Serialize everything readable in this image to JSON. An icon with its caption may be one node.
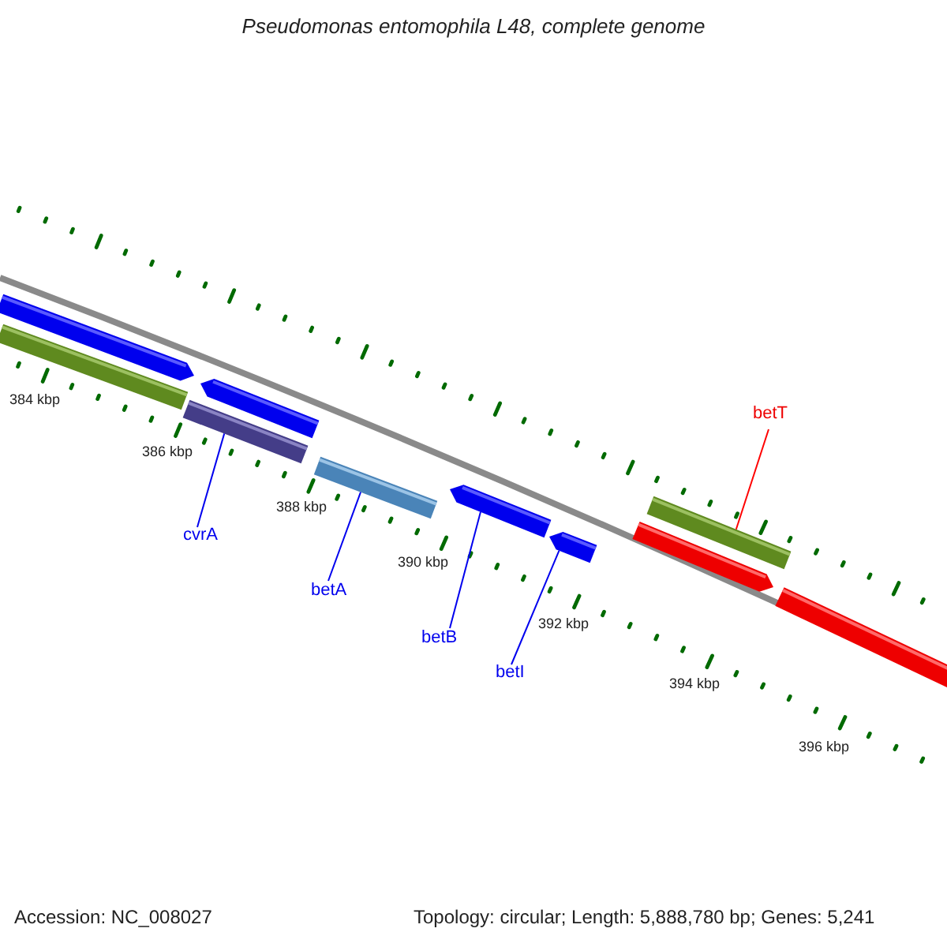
{
  "diagram": {
    "title": "Pseudomonas entomophila L48, complete genome",
    "nodes": [
      {
        "text": [],
        "shape": "bar"
      },
      {
        "text": [],
        "shape": "bar"
      },
      {
        "text": [],
        "shape": "bar"
      },
      {
        "text": [],
        "shape": "bar"
      },
      {
        "text": [],
        "shape": "bar"
      },
      {
        "text": [
          "betT"
        ]
      },
      {
        "text": [
          "cvrA"
        ]
      },
      {
        "text": [
          "betA"
        ]
      },
      {
        "text": [
          "betB"
        ]
      },
      {
        "text": [
          "betI"
        ]
      }
    ],
    "edges": [
      {
        "from": 5,
        "to": 4,
        "arrow": "none",
        "color": "#ff0000"
      },
      {
        "from": 6,
        "to": 0,
        "arrow": "none"
      },
      {
        "from": 7,
        "to": 1,
        "arrow": "none"
      },
      {
        "from": 8,
        "to": 2,
        "arrow": "none"
      },
      {
        "from": 9,
        "to": 3,
        "arrow": "none"
      }
    ],
    "labels": [
      "384 kbp",
      "386 kbp",
      "388 kbp",
      "390 kbp",
      "392 kbp",
      "394 kbp",
      "396 kbp",
      "Accession: NC_008027",
      "Topology: circular; Length: 5,888,780 bp; Genes: 5,241"
    ]
  }
}
